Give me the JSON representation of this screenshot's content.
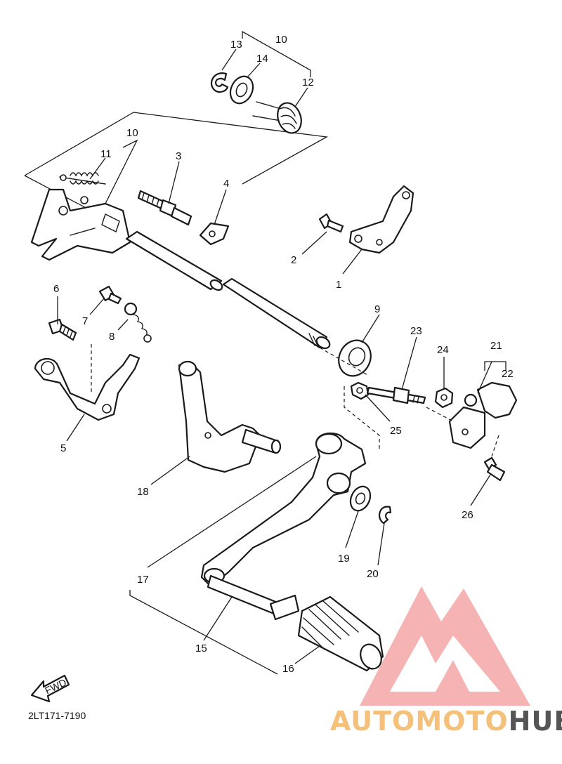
{
  "diagram": {
    "part_numbers": [
      "1",
      "2",
      "3",
      "4",
      "5",
      "6",
      "7",
      "8",
      "9",
      "10",
      "10",
      "11",
      "12",
      "13",
      "14",
      "15",
      "16",
      "17",
      "18",
      "19",
      "20",
      "21",
      "22",
      "23",
      "24",
      "25",
      "26"
    ],
    "fwd_label": "FWD",
    "drawing_code": "2LT171-7190"
  },
  "watermark": {
    "word_part1": "AUTOMOTO",
    "word_part2": "HUB",
    "color_primary": "#f4a6a6",
    "color_accent": "#f5c07a",
    "color_dark": "#555555"
  }
}
